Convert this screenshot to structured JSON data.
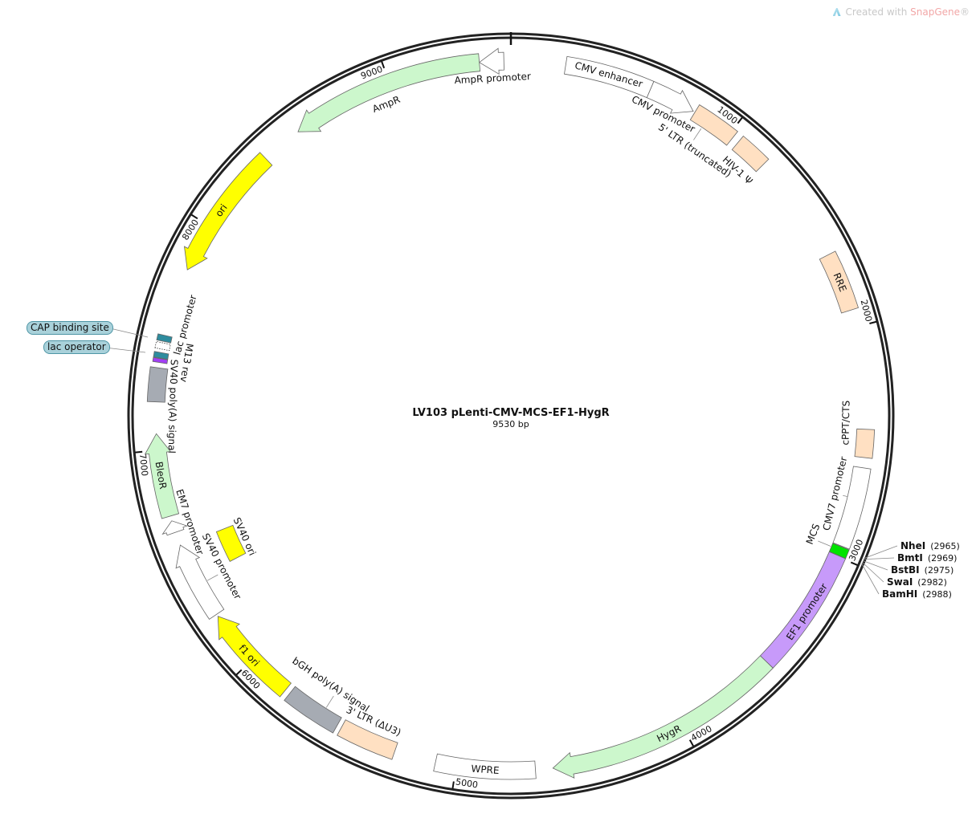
{
  "plasmid": {
    "name": "LV103 pLenti-CMV-MCS-EF1-HygR",
    "length_label": "9530 bp",
    "length": 9530
  },
  "logo": {
    "prefix": "Created with ",
    "brand": "SnapGene",
    "suffix": "®"
  },
  "ticks": [
    {
      "bp": 1000,
      "label": "1000"
    },
    {
      "bp": 2000,
      "label": "2000"
    },
    {
      "bp": 3000,
      "label": "3000"
    },
    {
      "bp": 4000,
      "label": "4000"
    },
    {
      "bp": 5000,
      "label": "5000"
    },
    {
      "bp": 6000,
      "label": "6000"
    },
    {
      "bp": 7000,
      "label": "7000"
    },
    {
      "bp": 8000,
      "label": "8000"
    },
    {
      "bp": 9000,
      "label": "9000"
    }
  ],
  "features": [
    {
      "id": "amp-promoter",
      "label": "AmpR promoter",
      "start": 9395,
      "end": 9500,
      "direction": -1,
      "shape": "arrow",
      "color": "#ffffff"
    },
    {
      "id": "ampr",
      "label": "AmpR",
      "start": 8555,
      "end": 9395,
      "direction": -1,
      "shape": "arrow",
      "color": "#ccf7cc"
    },
    {
      "id": "ori",
      "label": "ori",
      "start": 7791,
      "end": 8376,
      "direction": -1,
      "shape": "arrow",
      "color": "#ffff00"
    },
    {
      "id": "cap",
      "label": "CAP binding site",
      "start": 7468,
      "end": 7494,
      "direction": 0,
      "shape": "box",
      "color": "#2e8c9e"
    },
    {
      "id": "lac-promoter",
      "label": "lac promoter",
      "start": 7434,
      "end": 7461,
      "direction": -1,
      "shape": "box",
      "color": "#ffffff"
    },
    {
      "id": "lac-operator",
      "label": "lac operator",
      "start": 7395,
      "end": 7419,
      "direction": 0,
      "shape": "box",
      "color": "#2e8c9e"
    },
    {
      "id": "m13-rev",
      "label": "M13 rev",
      "start": 7376,
      "end": 7393,
      "direction": -1,
      "shape": "box",
      "color": "#a23ff5"
    },
    {
      "id": "sv40-polya",
      "label": "SV40 poly(A) signal",
      "start": 7207,
      "end": 7353,
      "direction": 0,
      "shape": "box",
      "color": "#a6abb3"
    },
    {
      "id": "bleor",
      "label": "BleoR",
      "start": 6713,
      "end": 7071,
      "direction": 1,
      "shape": "arrow",
      "color": "#ccf7cc"
    },
    {
      "id": "em7",
      "label": "EM7 promoter",
      "start": 6640,
      "end": 6692,
      "direction": 1,
      "shape": "arrow",
      "color": "#ffffff"
    },
    {
      "id": "sv40-ori",
      "label": "SV40 ori",
      "start": 6422,
      "end": 6578,
      "direction": 0,
      "shape": "box",
      "color": "#ffff00"
    },
    {
      "id": "sv40-promoter",
      "label": "SV40 promoter",
      "start": 6247,
      "end": 6582,
      "direction": 1,
      "shape": "arrow",
      "color": "#ffffff"
    },
    {
      "id": "f1-ori",
      "label": "f1 ori",
      "start": 5808,
      "end": 6237,
      "direction": 1,
      "shape": "arrow",
      "color": "#ffff00"
    },
    {
      "id": "bgh-polya",
      "label": "bGH poly(A) signal",
      "start": 5540,
      "end": 5785,
      "direction": 0,
      "shape": "box",
      "color": "#a6abb3"
    },
    {
      "id": "ltr3",
      "label": "3' LTR (ΔU3)",
      "start": 5270,
      "end": 5520,
      "direction": 0,
      "shape": "box",
      "color": "#ffe0c2"
    },
    {
      "id": "wpre",
      "label": "WPRE",
      "start": 4660,
      "end": 5090,
      "direction": 0,
      "shape": "box",
      "color": "#ffffff"
    },
    {
      "id": "hygr",
      "label": "HygR",
      "start": 3545,
      "end": 4585,
      "direction": 1,
      "shape": "arrow",
      "color": "#ccf7cc"
    },
    {
      "id": "ef1",
      "label": "EF1 promoter",
      "start": 2995,
      "end": 3545,
      "direction": 0,
      "shape": "box",
      "color": "#c79afa"
    },
    {
      "id": "mcs",
      "label": "MCS",
      "start": 2955,
      "end": 2994,
      "direction": 0,
      "shape": "box",
      "color": "#00e300"
    },
    {
      "id": "cmv7",
      "label": "CMV7 promoter",
      "start": 2605,
      "end": 2952,
      "direction": 0,
      "shape": "box",
      "color": "#ffffff"
    },
    {
      "id": "cppt",
      "label": "cPPT/CTS",
      "start": 2440,
      "end": 2561,
      "direction": 0,
      "shape": "box",
      "color": "#ffe0c2"
    },
    {
      "id": "rre",
      "label": "RRE",
      "start": 1670,
      "end": 1925,
      "direction": 0,
      "shape": "box",
      "color": "#ffe0c2"
    },
    {
      "id": "hiv-psi",
      "label": "HIV-1 Ψ",
      "start": 1051,
      "end": 1194,
      "direction": 0,
      "shape": "box",
      "color": "#ffe0c2"
    },
    {
      "id": "ltr5",
      "label": "5' LTR (truncated)",
      "start": 826,
      "end": 1021,
      "direction": 0,
      "shape": "box",
      "color": "#ffe0c2"
    },
    {
      "id": "cmv-promoter",
      "label": "CMV promoter",
      "start": 612,
      "end": 818,
      "direction": 1,
      "shape": "arrow",
      "color": "#ffffff"
    },
    {
      "id": "cmv-enhancer",
      "label": "CMV enhancer",
      "start": 235,
      "end": 612,
      "direction": 0,
      "shape": "box",
      "color": "#ffffff"
    }
  ],
  "sites": [
    {
      "name": "NheI",
      "position": 2965
    },
    {
      "name": "BmtI",
      "position": 2969
    },
    {
      "name": "BstBI",
      "position": 2975
    },
    {
      "name": "SwaI",
      "position": 2982
    },
    {
      "name": "BamHI",
      "position": 2988
    }
  ]
}
